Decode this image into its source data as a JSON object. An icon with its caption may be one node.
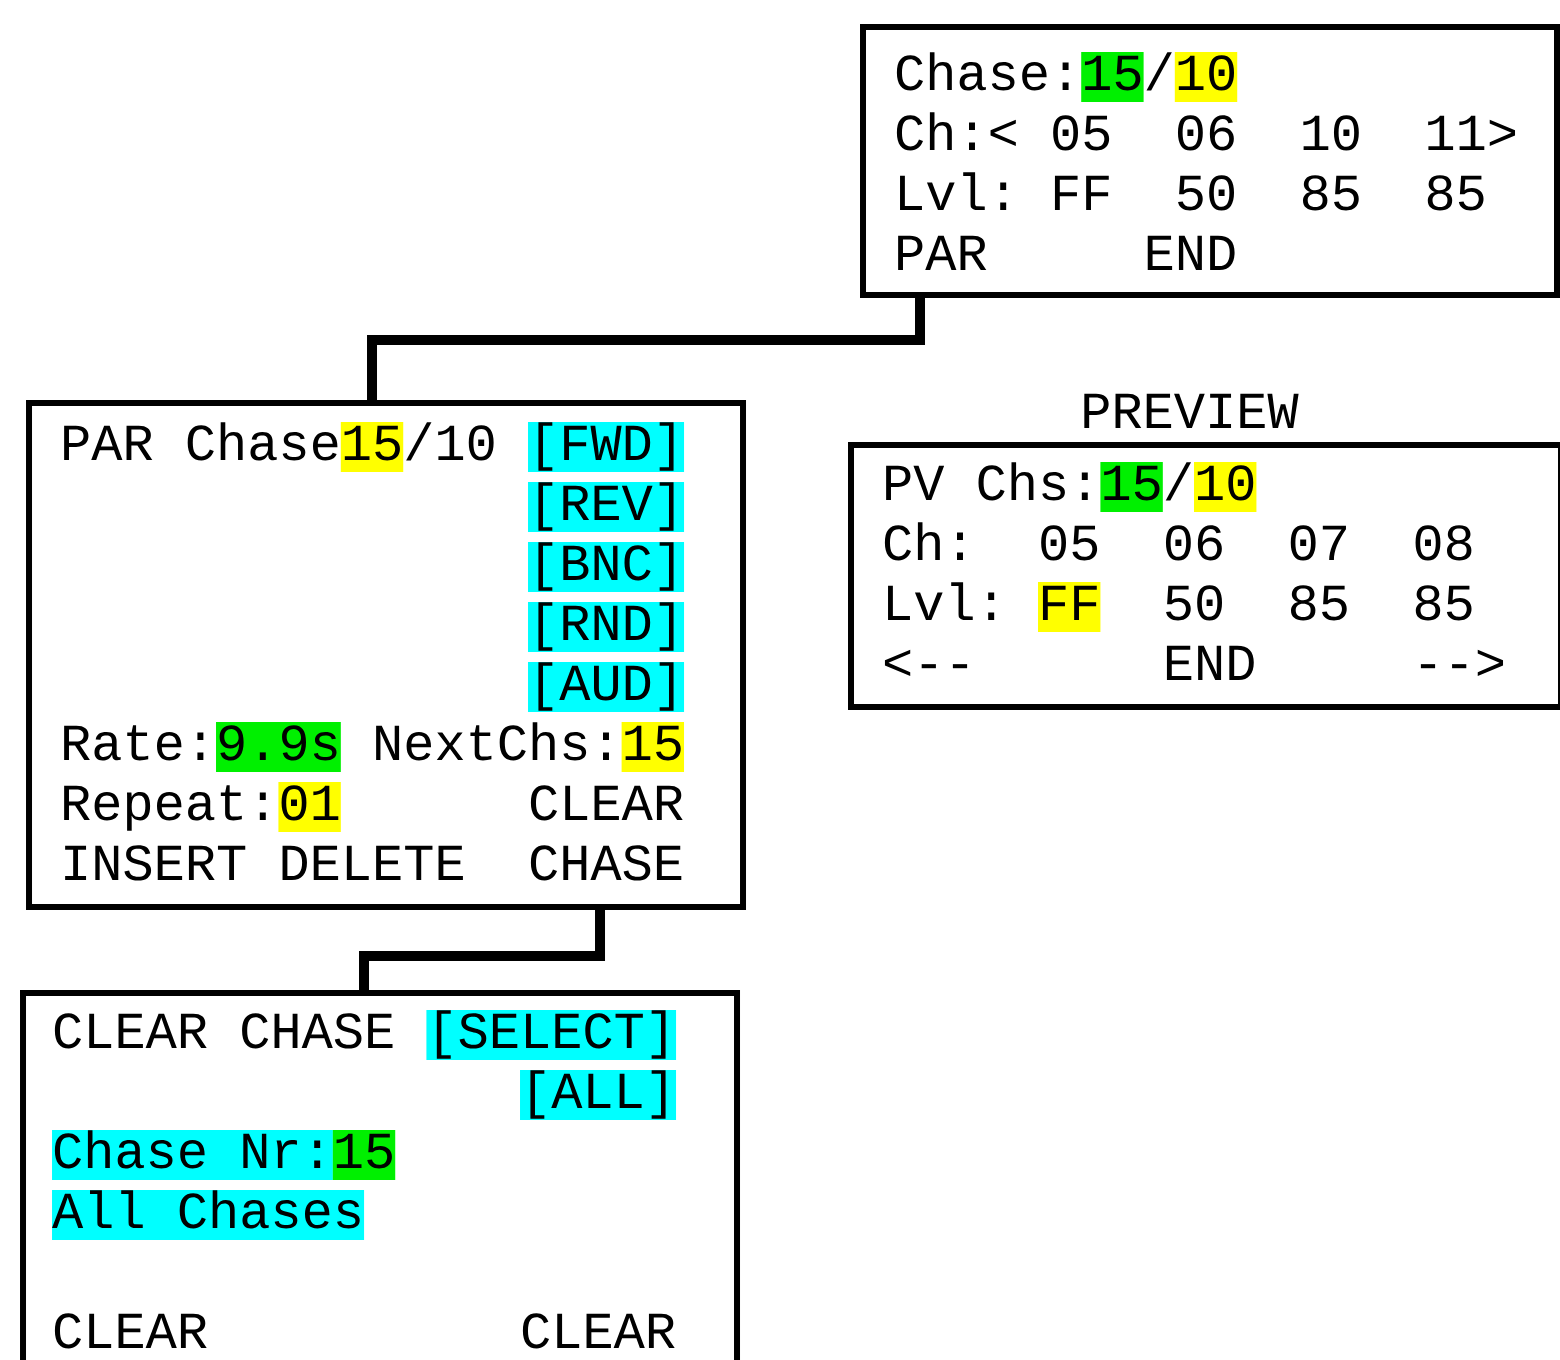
{
  "diagram": {
    "nodes": [
      {
        "text": [
          "Chase:",
          "15",
          "/",
          "10",
          "Ch:<",
          "05",
          "06",
          "10",
          "11>",
          "Lvl:",
          "FF",
          "50",
          "85",
          "85",
          "PAR",
          "END"
        ]
      },
      {
        "text": [
          "PAR Chase",
          "15",
          "/10",
          "[FWD]",
          "[REV]",
          "[BNC]",
          "[RND]",
          "[AUD]",
          "Rate:",
          "9.9s",
          "NextChs:",
          "15",
          "Repeat:",
          "01",
          "INSERT",
          "DELETE",
          "CLEAR CHASE"
        ]
      },
      {
        "text": [
          "PREVIEW",
          "PV Chs:",
          "15",
          "/",
          "10",
          "Ch:",
          "05",
          "06",
          "07",
          "08",
          "Lvl:",
          "FF",
          "50",
          "85",
          "85",
          "<--",
          "END",
          "-->"
        ]
      },
      {
        "text": [
          "CLEAR CHASE",
          "[SELECT]",
          "[ALL]",
          "Chase Nr:",
          "15",
          "All Chases",
          "CLEAR",
          "CLEAR"
        ]
      }
    ],
    "edges": [
      {
        "from": 0,
        "to": 1,
        "arrow": "none"
      },
      {
        "from": 1,
        "to": 3,
        "arrow": "none"
      }
    ]
  }
}
